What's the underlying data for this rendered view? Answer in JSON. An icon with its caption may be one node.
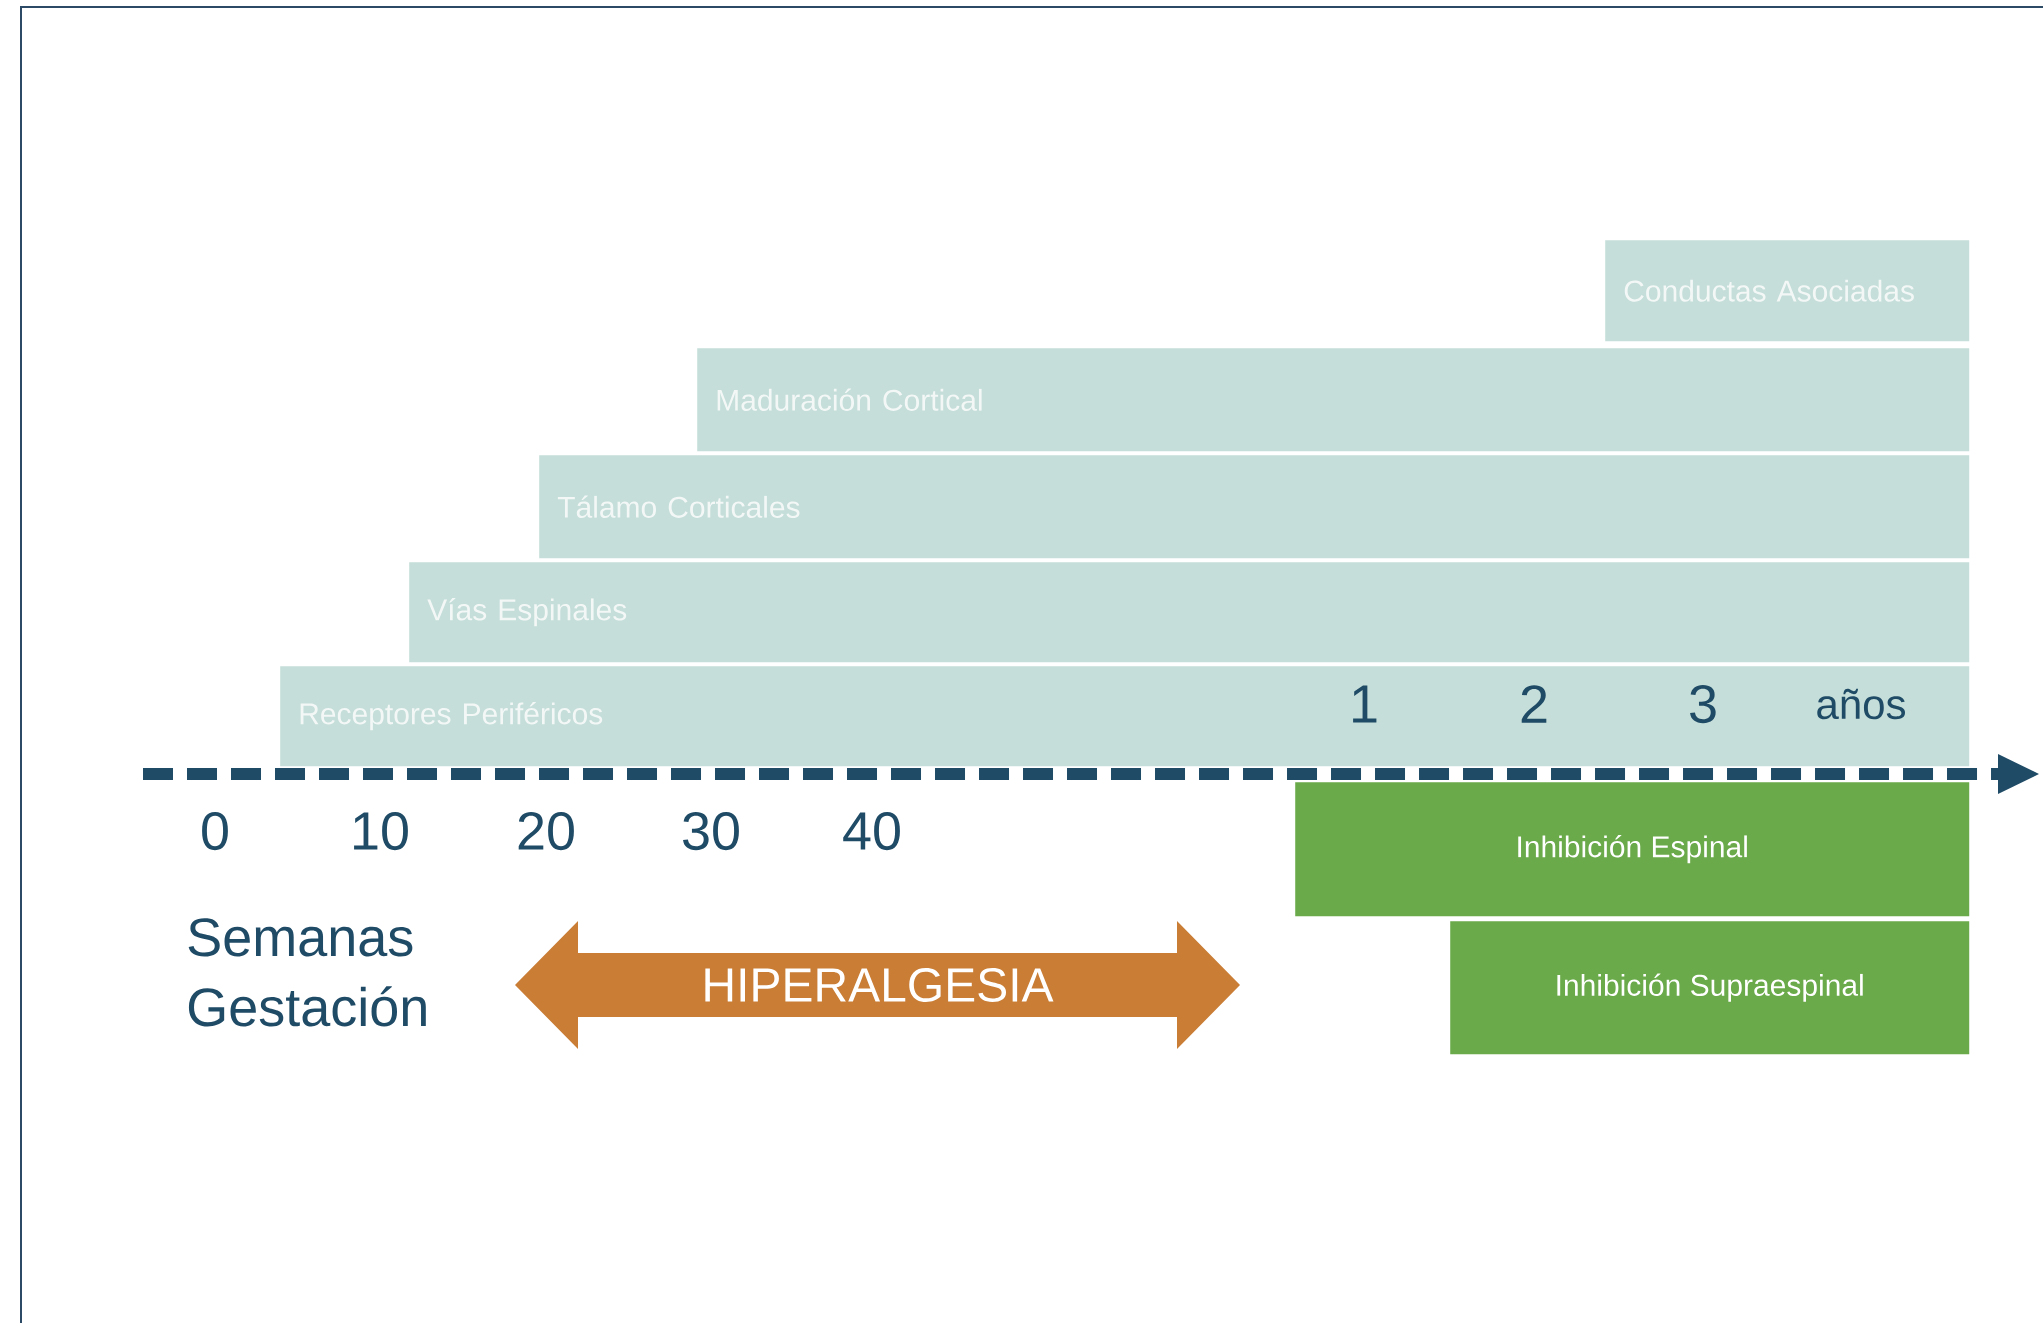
{
  "diagram": {
    "nodes": [
      {
        "text": [
          "Conductas Asociadas"
        ]
      },
      {
        "text": [
          "Maduración Cortical"
        ]
      },
      {
        "text": [
          "Tálamo Corticales"
        ]
      },
      {
        "text": [
          "Vías Espinales"
        ]
      },
      {
        "text": [
          "Receptores Periféricos"
        ]
      },
      {
        "text": [
          "HIPERALGESIA"
        ]
      },
      {
        "text": [
          "Inhibición Espinal"
        ]
      },
      {
        "text": [
          "Inhibición Supraespinal"
        ]
      }
    ],
    "labels": [
      "1",
      "2",
      "3",
      "años",
      "0",
      "10",
      "20",
      "30",
      "40",
      "Semanas Gestación"
    ]
  }
}
